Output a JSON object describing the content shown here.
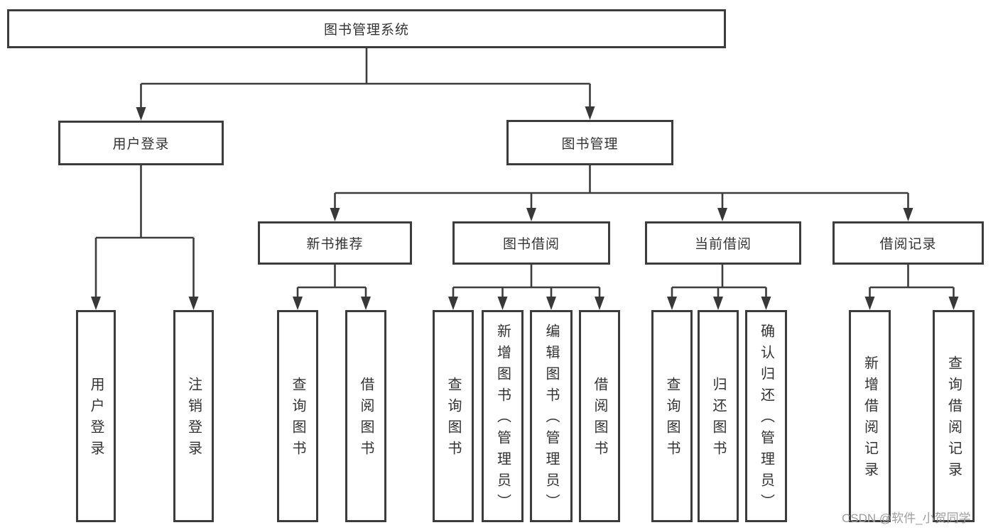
{
  "diagram": {
    "root": "图书管理系统",
    "branches": [
      {
        "label": "用户登录",
        "children": [
          "用户登录",
          "注销登录"
        ]
      },
      {
        "label": "图书管理",
        "groups": [
          {
            "label": "新书推荐",
            "children": [
              "查询图书",
              "借阅图书"
            ]
          },
          {
            "label": "图书借阅",
            "children": [
              "查询图书",
              "新增图书（管理员）",
              "编辑图书（管理员）",
              "借阅图书"
            ]
          },
          {
            "label": "当前借阅",
            "children": [
              "查询图书",
              "归还图书",
              "确认归还（管理员）"
            ]
          },
          {
            "label": "借阅记录",
            "children": [
              "新增借阅记录",
              "查询借阅记录"
            ]
          }
        ]
      }
    ],
    "watermark": "CSDN @软件_小贺同学",
    "colors": {
      "line": "#3d3d3d",
      "box_border": "#3c3c3c",
      "text": "#333333",
      "watermark": "#9e9e9e",
      "background": "#ffffff"
    }
  }
}
